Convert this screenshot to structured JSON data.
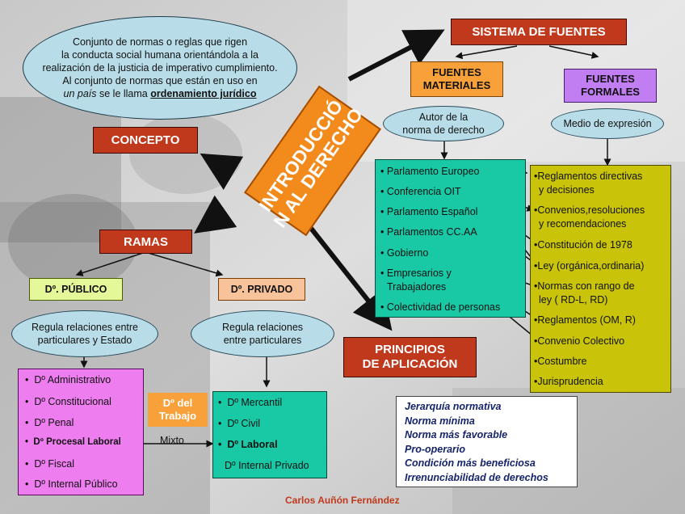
{
  "title_diagonal": [
    "INTRODUCCIÓ",
    "N AL DERECHO"
  ],
  "concept_bubble": {
    "lines": [
      "Conjunto de normas o reglas que rigen",
      "la conducta social humana orientándola a la",
      "realización de la justicia de imperativo cumplimiento.",
      "Al conjunto de normas que están en uso en"
    ],
    "last_italic": "un país",
    "last_mid": " se le llama ",
    "last_bold": "ordenamiento jurídico"
  },
  "concepto_label": "CONCEPTO",
  "sistema_label": "SISTEMA DE FUENTES",
  "fuentes_materiales": [
    "FUENTES",
    "MATERIALES"
  ],
  "fuentes_formales": [
    "FUENTES",
    "FORMALES"
  ],
  "autor_bubble": [
    "Autor de la",
    "norma de derecho"
  ],
  "medio_bubble": "Medio de expresión",
  "materiales_items": [
    "Parlamento Europeo",
    "Conferencia OIT",
    "Parlamento Español",
    "Parlamentos CC.AA",
    "Gobierno",
    "Empresarios y",
    "Trabajadores",
    "Colectividad de personas"
  ],
  "formales_items": [
    "•Reglamentos directivas",
    "y decisiones",
    "•Convenios,resoluciones",
    "y recomendaciones",
    "•Constitución de 1978",
    "•Ley (orgánica,ordinaria)",
    "•Normas con rango de",
    "ley ( RD-L, RD)",
    "•Reglamentos (OM, R)",
    "•Convenio Colectivo",
    "•Costumbre",
    "•Jurisprudencia"
  ],
  "ramas_label": "RAMAS",
  "publico_label": "Dº. PÚBLICO",
  "privado_label": "Dº. PRIVADO",
  "publico_bubble": [
    "Regula relaciones entre",
    "particulares y Estado"
  ],
  "privado_bubble": [
    "Regula relaciones",
    "entre particulares"
  ],
  "publico_items": [
    "Dº Administrativo",
    "Dº Constitucional",
    "Dº Penal",
    "Dº Procesal Laboral",
    "Dº Fiscal",
    "Dº Internal Público"
  ],
  "trabajo_label": [
    "Dº del",
    "Trabajo"
  ],
  "mixto_label": "Mixto",
  "privado_items": [
    "Dº Mercantil",
    "Dº Civil",
    "Dº Laboral",
    "Dº Internal Privado"
  ],
  "principios_label": [
    "PRINCIPIOS",
    "DE APLICACIÓN"
  ],
  "principios_items": [
    "Jerarquía normativa",
    "Norma mínima",
    "Norma más favorable",
    "Pro-operario",
    "Condición más beneficiosa",
    "Irrenunciabilidad de derechos"
  ],
  "author": "Carlos Auñón Fernández",
  "colors": {
    "red": "#c0391c",
    "orange": "#f8a13a",
    "teal": "#19c9a6",
    "olive": "#c9c40a",
    "magenta": "#ee7df0",
    "purple": "#c07ef2",
    "navy": "#15246a"
  }
}
